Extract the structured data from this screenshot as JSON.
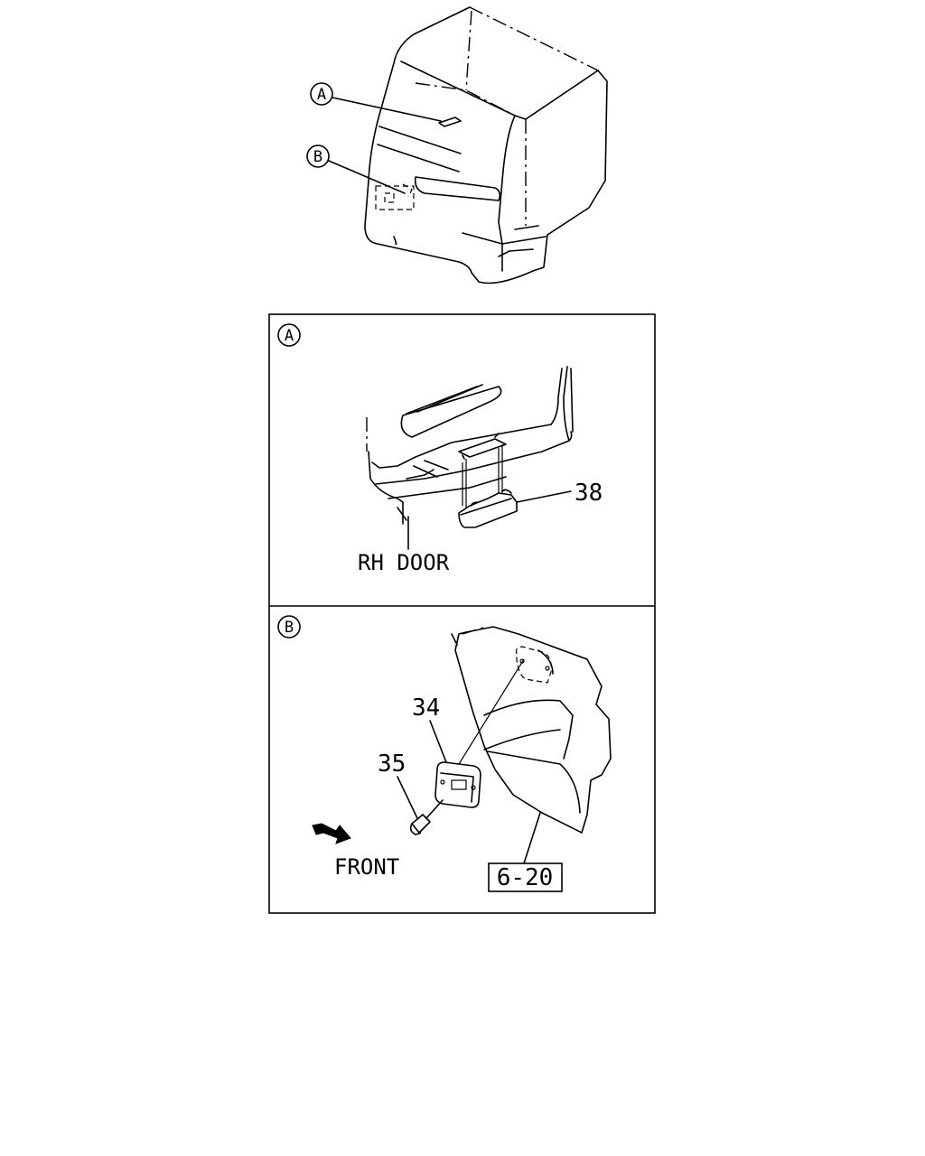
{
  "callouts": {
    "view_a": "A",
    "view_b": "B"
  },
  "panel_a": {
    "marker": "A",
    "part_38": "38",
    "rh_door": "RH DOOR"
  },
  "panel_b": {
    "marker": "B",
    "part_34": "34",
    "part_35": "35",
    "front": "FRONT",
    "ref_page": "6-20"
  }
}
